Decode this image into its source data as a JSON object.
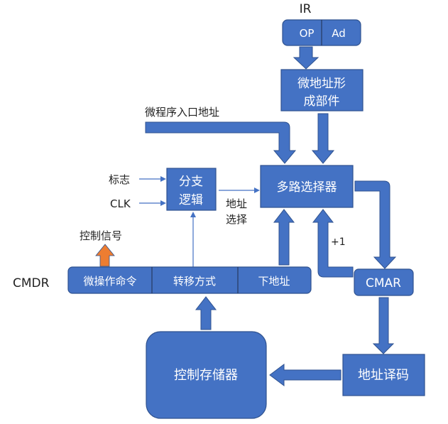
{
  "diagram": {
    "ir": {
      "label": "IR",
      "fields": [
        "OP",
        "Ad"
      ]
    },
    "micro_addr_gen": {
      "line1": "微地址形",
      "line2": "成部件"
    },
    "entry_address_label": "微程序入口地址",
    "multiplexer": "多路选择器",
    "branch_logic": {
      "line1": "分支",
      "line2": "逻辑"
    },
    "inputs": {
      "flag": "标志",
      "clk": "CLK"
    },
    "addr_select": {
      "line1": "地址",
      "line2": "选择"
    },
    "control_signal_label": "控制信号",
    "cmdr": {
      "label": "CMDR",
      "fields": [
        "微操作命令",
        "转移方式",
        "下地址"
      ]
    },
    "plus_one": "+1",
    "cmar": "CMAR",
    "addr_decode": "地址译码",
    "control_store": "控制存储器",
    "colors": {
      "block_fill": "#4472C4",
      "block_stroke": "#2F528F",
      "control_signal_arrow": "#ED7D31"
    }
  }
}
